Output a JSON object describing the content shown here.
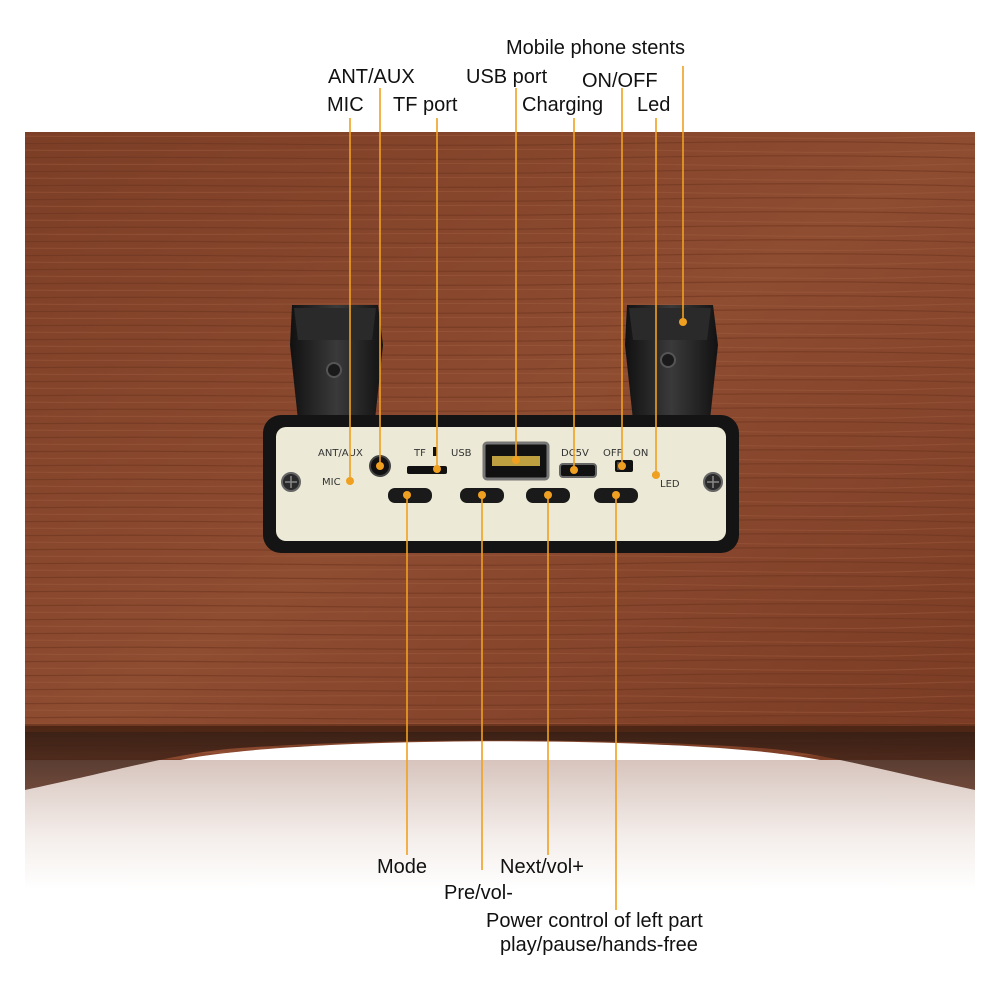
{
  "callouts": {
    "mobile_phone_stents": "Mobile phone stents",
    "ant_aux": "ANT/AUX",
    "usb_port": "USB port",
    "on_off": "ON/OFF",
    "mic": "MIC",
    "tf_port": "TF port",
    "charging": "Charging",
    "led": "Led",
    "mode": "Mode",
    "next_vol": "Next/vol+",
    "pre_vol": "Pre/vol-",
    "power_control_1": "Power control of left part",
    "power_control_2": "play/pause/hands-free"
  },
  "panel_labels": {
    "ant_aux": "ANT/AUX",
    "mic": "MIC",
    "tf": "TF",
    "usb": "USB",
    "dc5v": "DC5V",
    "off": "OFF",
    "on": "ON",
    "led": "LED"
  },
  "colors": {
    "wood": "#8a4a30",
    "wood_dark": "#6e3620",
    "panel": "#ecead6",
    "leader": "#f0a020"
  }
}
